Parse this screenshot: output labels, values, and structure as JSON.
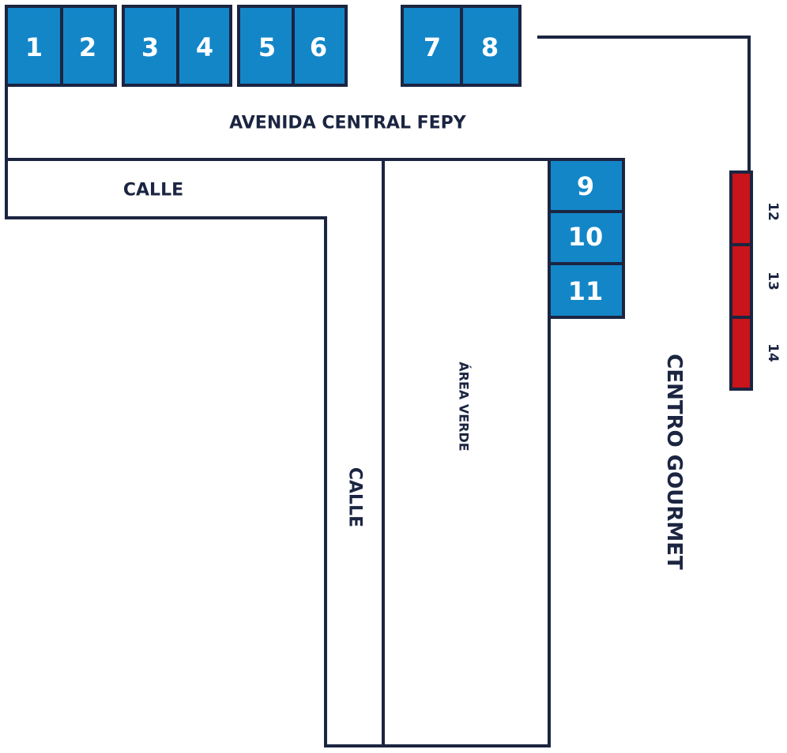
{
  "colors": {
    "line": "#1b2541",
    "booth_standard": "#1386c8",
    "booth_gourmet": "#c8141a"
  },
  "labels": {
    "avenue": "AVENIDA CENTRAL FEPY",
    "street_horizontal": "CALLE",
    "street_vertical": "CALLE",
    "green_area": "ÁREA VERDE",
    "gourmet": "CENTRO GOURMET"
  },
  "booths_top": [
    "1",
    "2",
    "3",
    "4",
    "5",
    "6",
    "7",
    "8"
  ],
  "booths_side": [
    "9",
    "10",
    "11"
  ],
  "booths_gourmet": [
    "12",
    "13",
    "14"
  ]
}
